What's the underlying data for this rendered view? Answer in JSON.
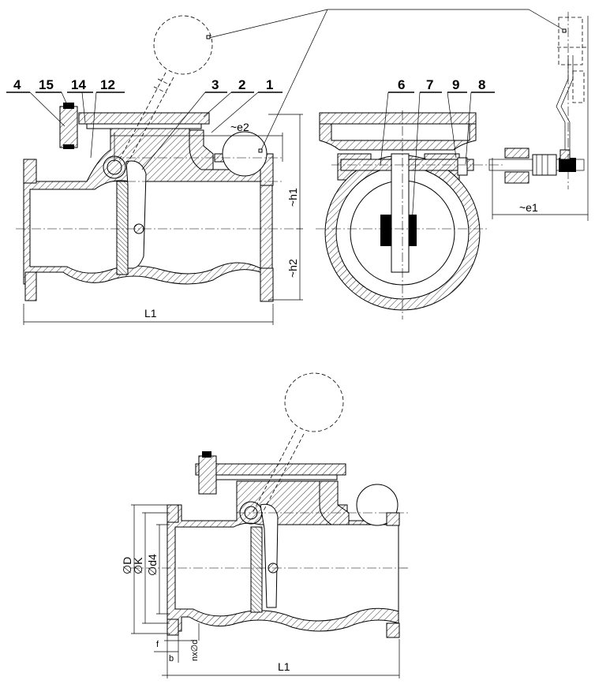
{
  "callouts": {
    "c1": "1",
    "c2": "2",
    "c3": "3",
    "c4": "4",
    "c6": "6",
    "c7": "7",
    "c8": "8",
    "c9": "9",
    "c12": "12",
    "c14": "14",
    "c15": "15"
  },
  "dimensions": {
    "e2": "~e2",
    "e1": "~e1",
    "h1": "~h1",
    "h2": "~h2",
    "L1_top": "L1",
    "L1_bottom": "L1",
    "D": "∅D",
    "K": "∅K",
    "d4": "∅d4",
    "f": "f",
    "b": "b",
    "nxd": "nx∅d"
  }
}
